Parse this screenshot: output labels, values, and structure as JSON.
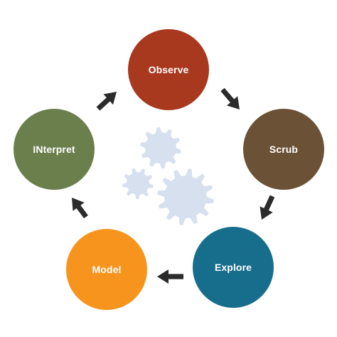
{
  "diagram": {
    "nodes": [
      {
        "id": "observe",
        "label": "Observe",
        "color": "#a8391f"
      },
      {
        "id": "scrub",
        "label": "Scrub",
        "color": "#6b5135"
      },
      {
        "id": "explore",
        "label": "Explore",
        "color": "#176e8c"
      },
      {
        "id": "model",
        "label": "Model",
        "color": "#f7941d"
      },
      {
        "id": "interpret",
        "label": "INterpret",
        "color": "#6b7f4d"
      }
    ],
    "cycle": [
      "observe",
      "scrub",
      "explore",
      "model",
      "interpret",
      "observe"
    ],
    "arrow_color": "#2b2b2b",
    "gear_color": "#d6e0ee",
    "gear_icons": [
      "gear-icon",
      "gear-icon",
      "gear-icon"
    ]
  }
}
